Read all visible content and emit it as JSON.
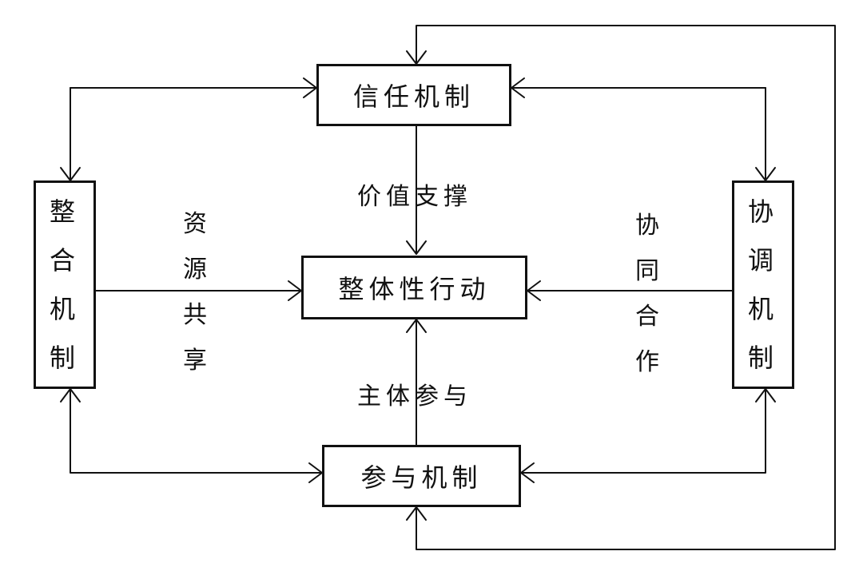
{
  "diagram": {
    "nodes": {
      "trust": "信任机制",
      "integration": [
        "整",
        "合",
        "机",
        "制"
      ],
      "center": "整体性行动",
      "coordination": [
        "协",
        "调",
        "机",
        "制"
      ],
      "participation": "参与机制"
    },
    "edge_labels": {
      "value_support": "价值支撑",
      "resource_sharing": [
        "资",
        "源",
        "共",
        "享"
      ],
      "collaboration": [
        "协",
        "同",
        "合",
        "作"
      ],
      "subject_participation": "主体参与"
    },
    "colors": {
      "line": "#111111",
      "background": "#ffffff"
    }
  }
}
